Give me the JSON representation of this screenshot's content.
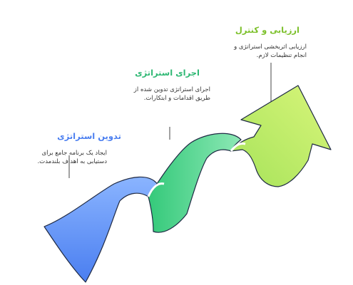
{
  "header": {
    "title": ""
  },
  "steps": [
    {
      "title": "تدوین استراتژی",
      "description": "ایجاد یک برنامه جامع برای دستیابی به اهداف بلندمدت.",
      "color": "#5b8ff9"
    },
    {
      "title": "اجرای استراتژی",
      "description": "اجرای استراتژی تدوین شده از طریق اقدامات و ابتکارات.",
      "color": "#3ccf8e"
    },
    {
      "title": "ارزیابی و کنترل",
      "description": "ارزیابی اثربخشی استراتژی و انجام تنظیمات لازم.",
      "color": "#8fd63c"
    }
  ]
}
